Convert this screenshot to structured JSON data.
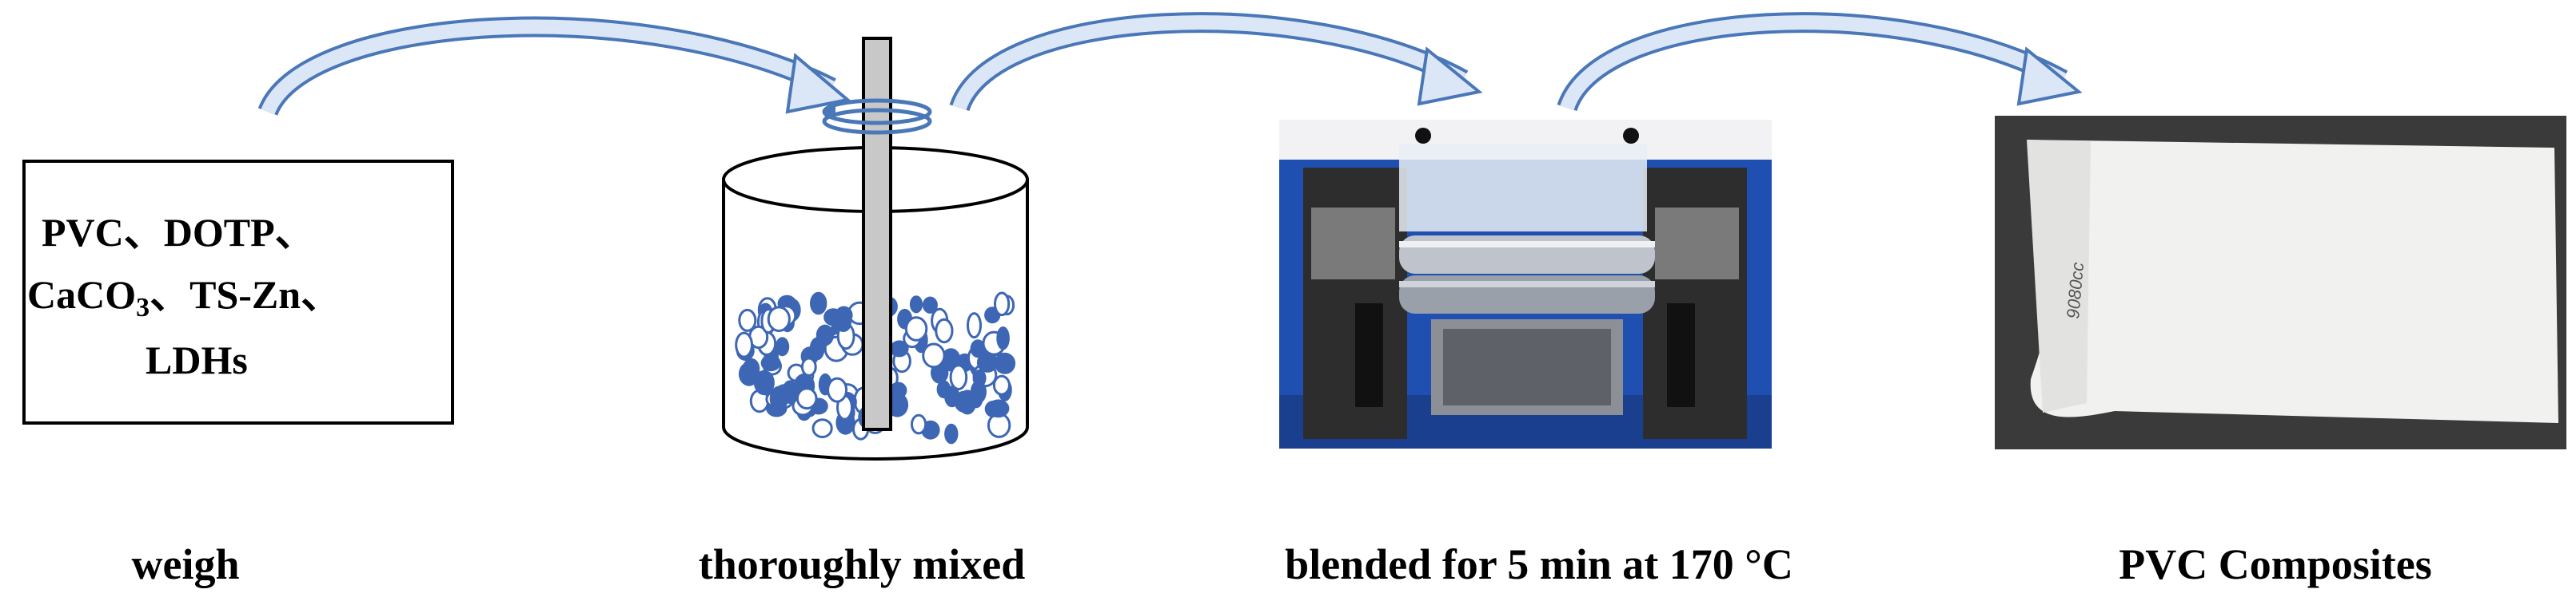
{
  "ingredients": {
    "line1": "PVC、DOTP、",
    "line2_prefix": "CaCO",
    "line2_sub": "3",
    "line2_suffix": "、TS-Zn、",
    "line3": "LDHs"
  },
  "steps": [
    {
      "label": "weigh"
    },
    {
      "label": "thoroughly mixed"
    },
    {
      "label": "blended for 5 min at 170 °C"
    },
    {
      "label": "PVC Composites"
    }
  ],
  "sample_marking": "9080cc",
  "colors": {
    "arrow_fill": "#dbe6f6",
    "arrow_stroke": "#4a77b8",
    "particles": "#3d66b4",
    "machine_blue": "#1f4fb0",
    "photo_background": "#3a3a3a"
  }
}
